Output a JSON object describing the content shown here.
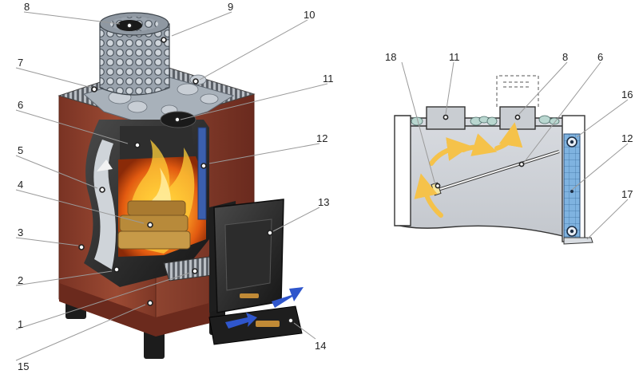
{
  "callouts_left": {
    "c1": "1",
    "c2": "2",
    "c3": "3",
    "c4": "4",
    "c5": "5",
    "c6": "6",
    "c7": "7",
    "c8": "8",
    "c9": "9",
    "c10": "10",
    "c11": "11",
    "c12": "12",
    "c13": "13",
    "c14": "14",
    "c15": "15"
  },
  "callouts_right": {
    "c18": "18",
    "c11": "11",
    "c8": "8",
    "c6": "6",
    "c16": "16",
    "c12": "12",
    "c17": "17"
  },
  "colors": {
    "brick": "#8a3d2a",
    "steel_dark": "#2a2a2a",
    "flame": "#f08a1a",
    "water_panel": "#6fa6d8",
    "arrow_yellow": "#f5c24a",
    "air_arrow_blue": "#3a5fd0"
  }
}
